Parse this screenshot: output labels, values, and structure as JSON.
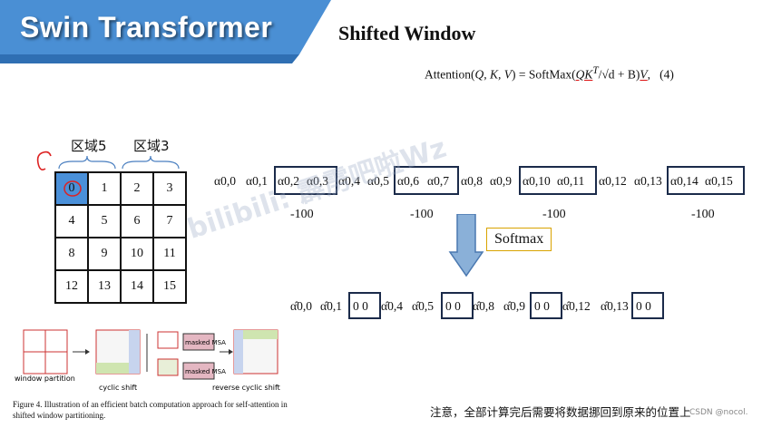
{
  "slide": {
    "title": "Swin Transformer",
    "subtitle": "Shifted Window",
    "formula": {
      "text_left": "Attention(",
      "args": "Q, K, V",
      "text_mid": ") = SoftMax(",
      "qkt": "QK",
      "rest": "/√d + B)",
      "v": "V",
      "number": "(4)"
    }
  },
  "regions": {
    "left_label": "区域5",
    "right_label": "区域3"
  },
  "grid": {
    "rows": [
      [
        "0",
        "1",
        "2",
        "3"
      ],
      [
        "4",
        "5",
        "6",
        "7"
      ],
      [
        "8",
        "9",
        "10",
        "11"
      ],
      [
        "12",
        "13",
        "14",
        "15"
      ]
    ]
  },
  "alpha_row": {
    "terms": [
      "α0,0",
      "α0,1",
      "α0,2",
      "α0,3",
      "α0,4",
      "α0,5",
      "α0,6",
      "α0,7",
      "α0,8",
      "α0,9",
      "α0,10",
      "α0,11",
      "α0,12",
      "α0,13",
      "α0,14",
      "α0,15"
    ],
    "penalty": "-100"
  },
  "softmax_label": "Softmax",
  "hat_row": {
    "terms": [
      "α̂0,0",
      "α̂0,1",
      "0 0",
      "α̂0,4",
      "α̂0,5",
      "0 0",
      "α̂0,8",
      "α̂0,9",
      "0 0",
      "α̂0,12",
      "α̂0,13",
      "0 0"
    ]
  },
  "figure": {
    "labels": [
      "window partition",
      "cyclic shift",
      "masked MSA",
      "masked MSA",
      "reverse cyclic shift"
    ],
    "caption": "Figure 4. Illustration of an efficient batch computation approach for self-attention in shifted window partitioning."
  },
  "note": "注意，全部计算完后需要将数据挪回到原来的位置上",
  "watermark": "bilibili: 霹雳吧啦Wz",
  "watermark_corner": "CSDN @nocol."
}
